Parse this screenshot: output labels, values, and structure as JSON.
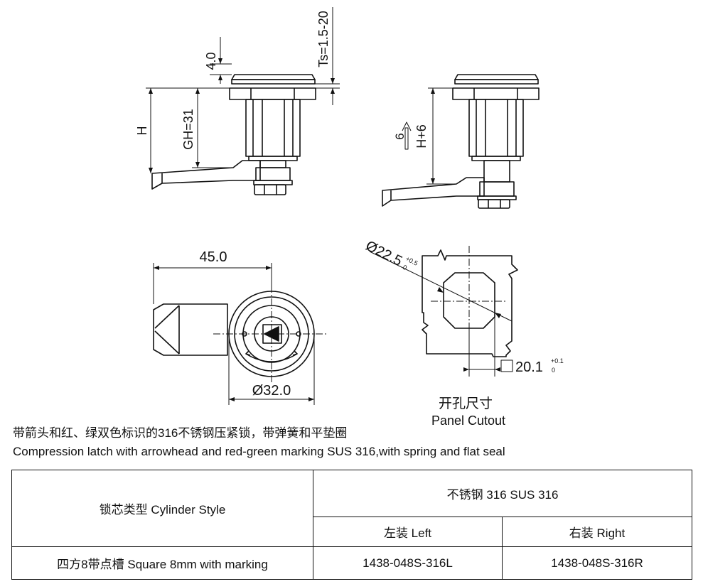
{
  "drawing": {
    "dims": {
      "top_thickness": "4.0",
      "panel_thickness": "Ts=1.5-20",
      "h_label": "H",
      "grip_height": "GH=31",
      "travel": "6",
      "h_plus": "H+6",
      "width": "45.0",
      "diameter": "Ø32.0",
      "cutout_dia": "Ø22.5",
      "cutout_dia_tol_upper": "+0.5",
      "cutout_dia_tol_lower": "0",
      "cutout_sq": "20.1",
      "cutout_sq_tol_upper": "+0.1",
      "cutout_sq_tol_lower": "0"
    },
    "cutout_title_cn": "开孔尺寸",
    "cutout_title_en": "Panel Cutout"
  },
  "description": {
    "cn": "带箭头和红、绿双色标识的316不锈钢压紧锁，带弹簧和平垫圈",
    "en": "Compression latch with arrowhead and red-green marking SUS 316,with spring and flat seal"
  },
  "table": {
    "cylinder_style": "锁芯类型 Cylinder Style",
    "material": "不锈钢 316 SUS 316",
    "left_header": "左装 Left",
    "right_header": "右装 Right",
    "rows": [
      {
        "style": "四方8带点槽 Square 8mm with marking",
        "left": "1438-048S-316L",
        "right": "1438-048S-316R"
      }
    ]
  }
}
